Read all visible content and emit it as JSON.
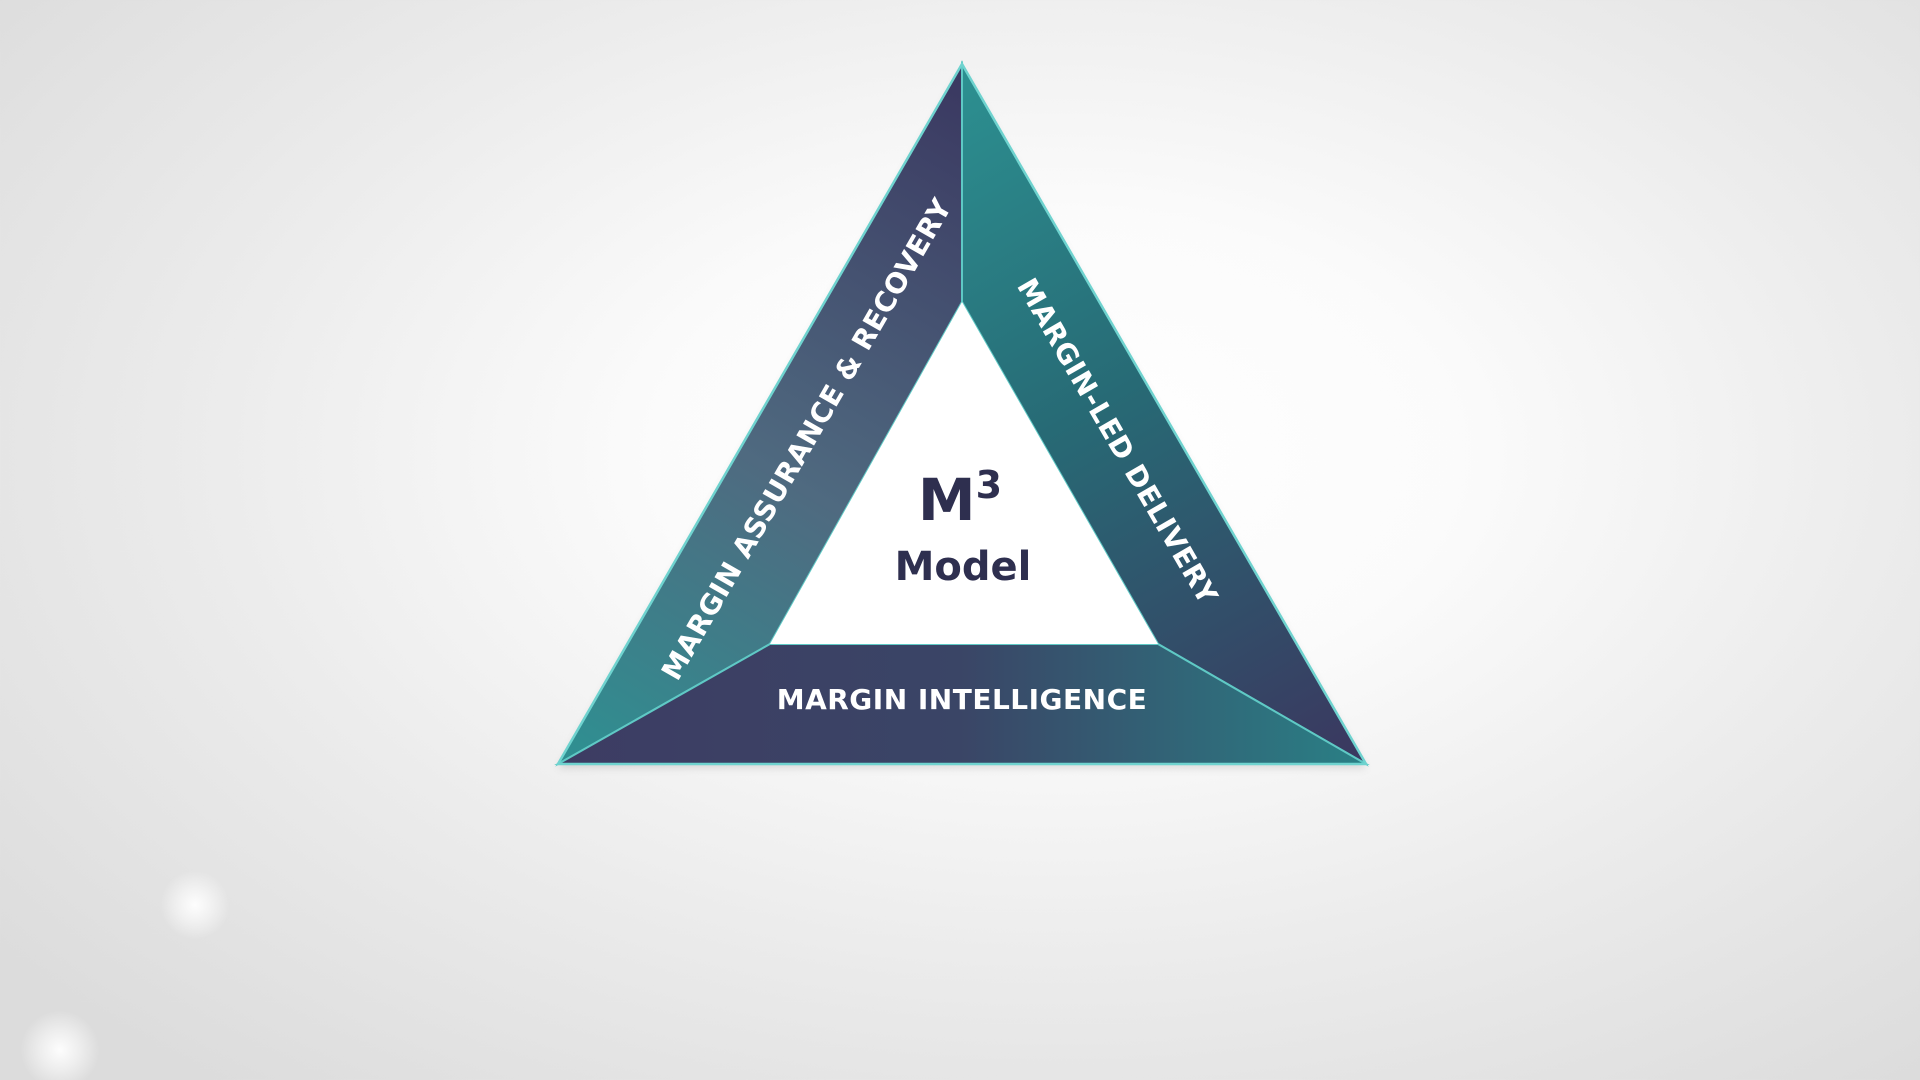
{
  "diagram": {
    "center": {
      "title": "M",
      "superscript": "3",
      "subtitle": "Model"
    },
    "edges": [
      {
        "id": "left",
        "label": "MARGIN ASSURANCE & RECOVERY"
      },
      {
        "id": "right",
        "label": "MARGIN-LED DELIVERY"
      },
      {
        "id": "bottom",
        "label": "MARGIN INTELLIGENCE"
      }
    ]
  },
  "colors": {
    "teal": "#2e8c8e",
    "teal_dark": "#255f6e",
    "purple": "#3a3960",
    "slate": "#4e6279",
    "outline": "#5fc9c5",
    "center_text": "#2e2f4f"
  }
}
